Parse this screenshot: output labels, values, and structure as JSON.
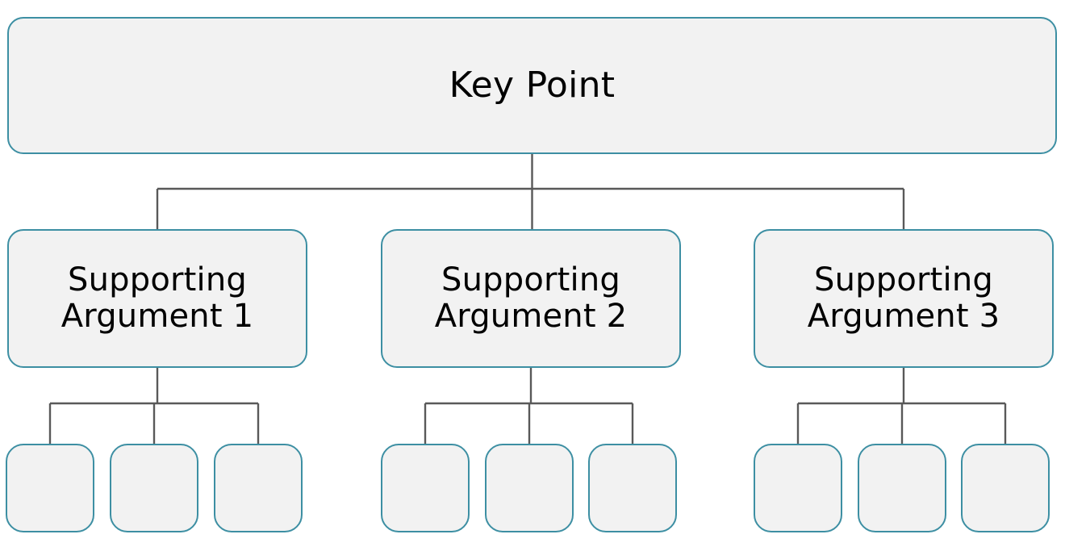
{
  "diagram": {
    "type": "hierarchy-tree",
    "title": "Key Point supporting argument tree",
    "colors": {
      "node_fill": "#f2f2f2",
      "node_border": "#3d8fa3",
      "connector": "#595959",
      "text": "#000000",
      "background": "#ffffff"
    },
    "root": {
      "label": "Key Point"
    },
    "branches": [
      {
        "label": "Supporting Argument 1",
        "line1": "Supporting",
        "line2": "Argument 1",
        "leaves": [
          {
            "label": ""
          },
          {
            "label": ""
          },
          {
            "label": ""
          }
        ]
      },
      {
        "label": "Supporting Argument 2",
        "line1": "Supporting",
        "line2": "Argument 2",
        "leaves": [
          {
            "label": ""
          },
          {
            "label": ""
          },
          {
            "label": ""
          }
        ]
      },
      {
        "label": "Supporting Argument 3",
        "line1": "Supporting",
        "line2": "Argument 3",
        "leaves": [
          {
            "label": ""
          },
          {
            "label": ""
          },
          {
            "label": ""
          }
        ]
      }
    ]
  }
}
